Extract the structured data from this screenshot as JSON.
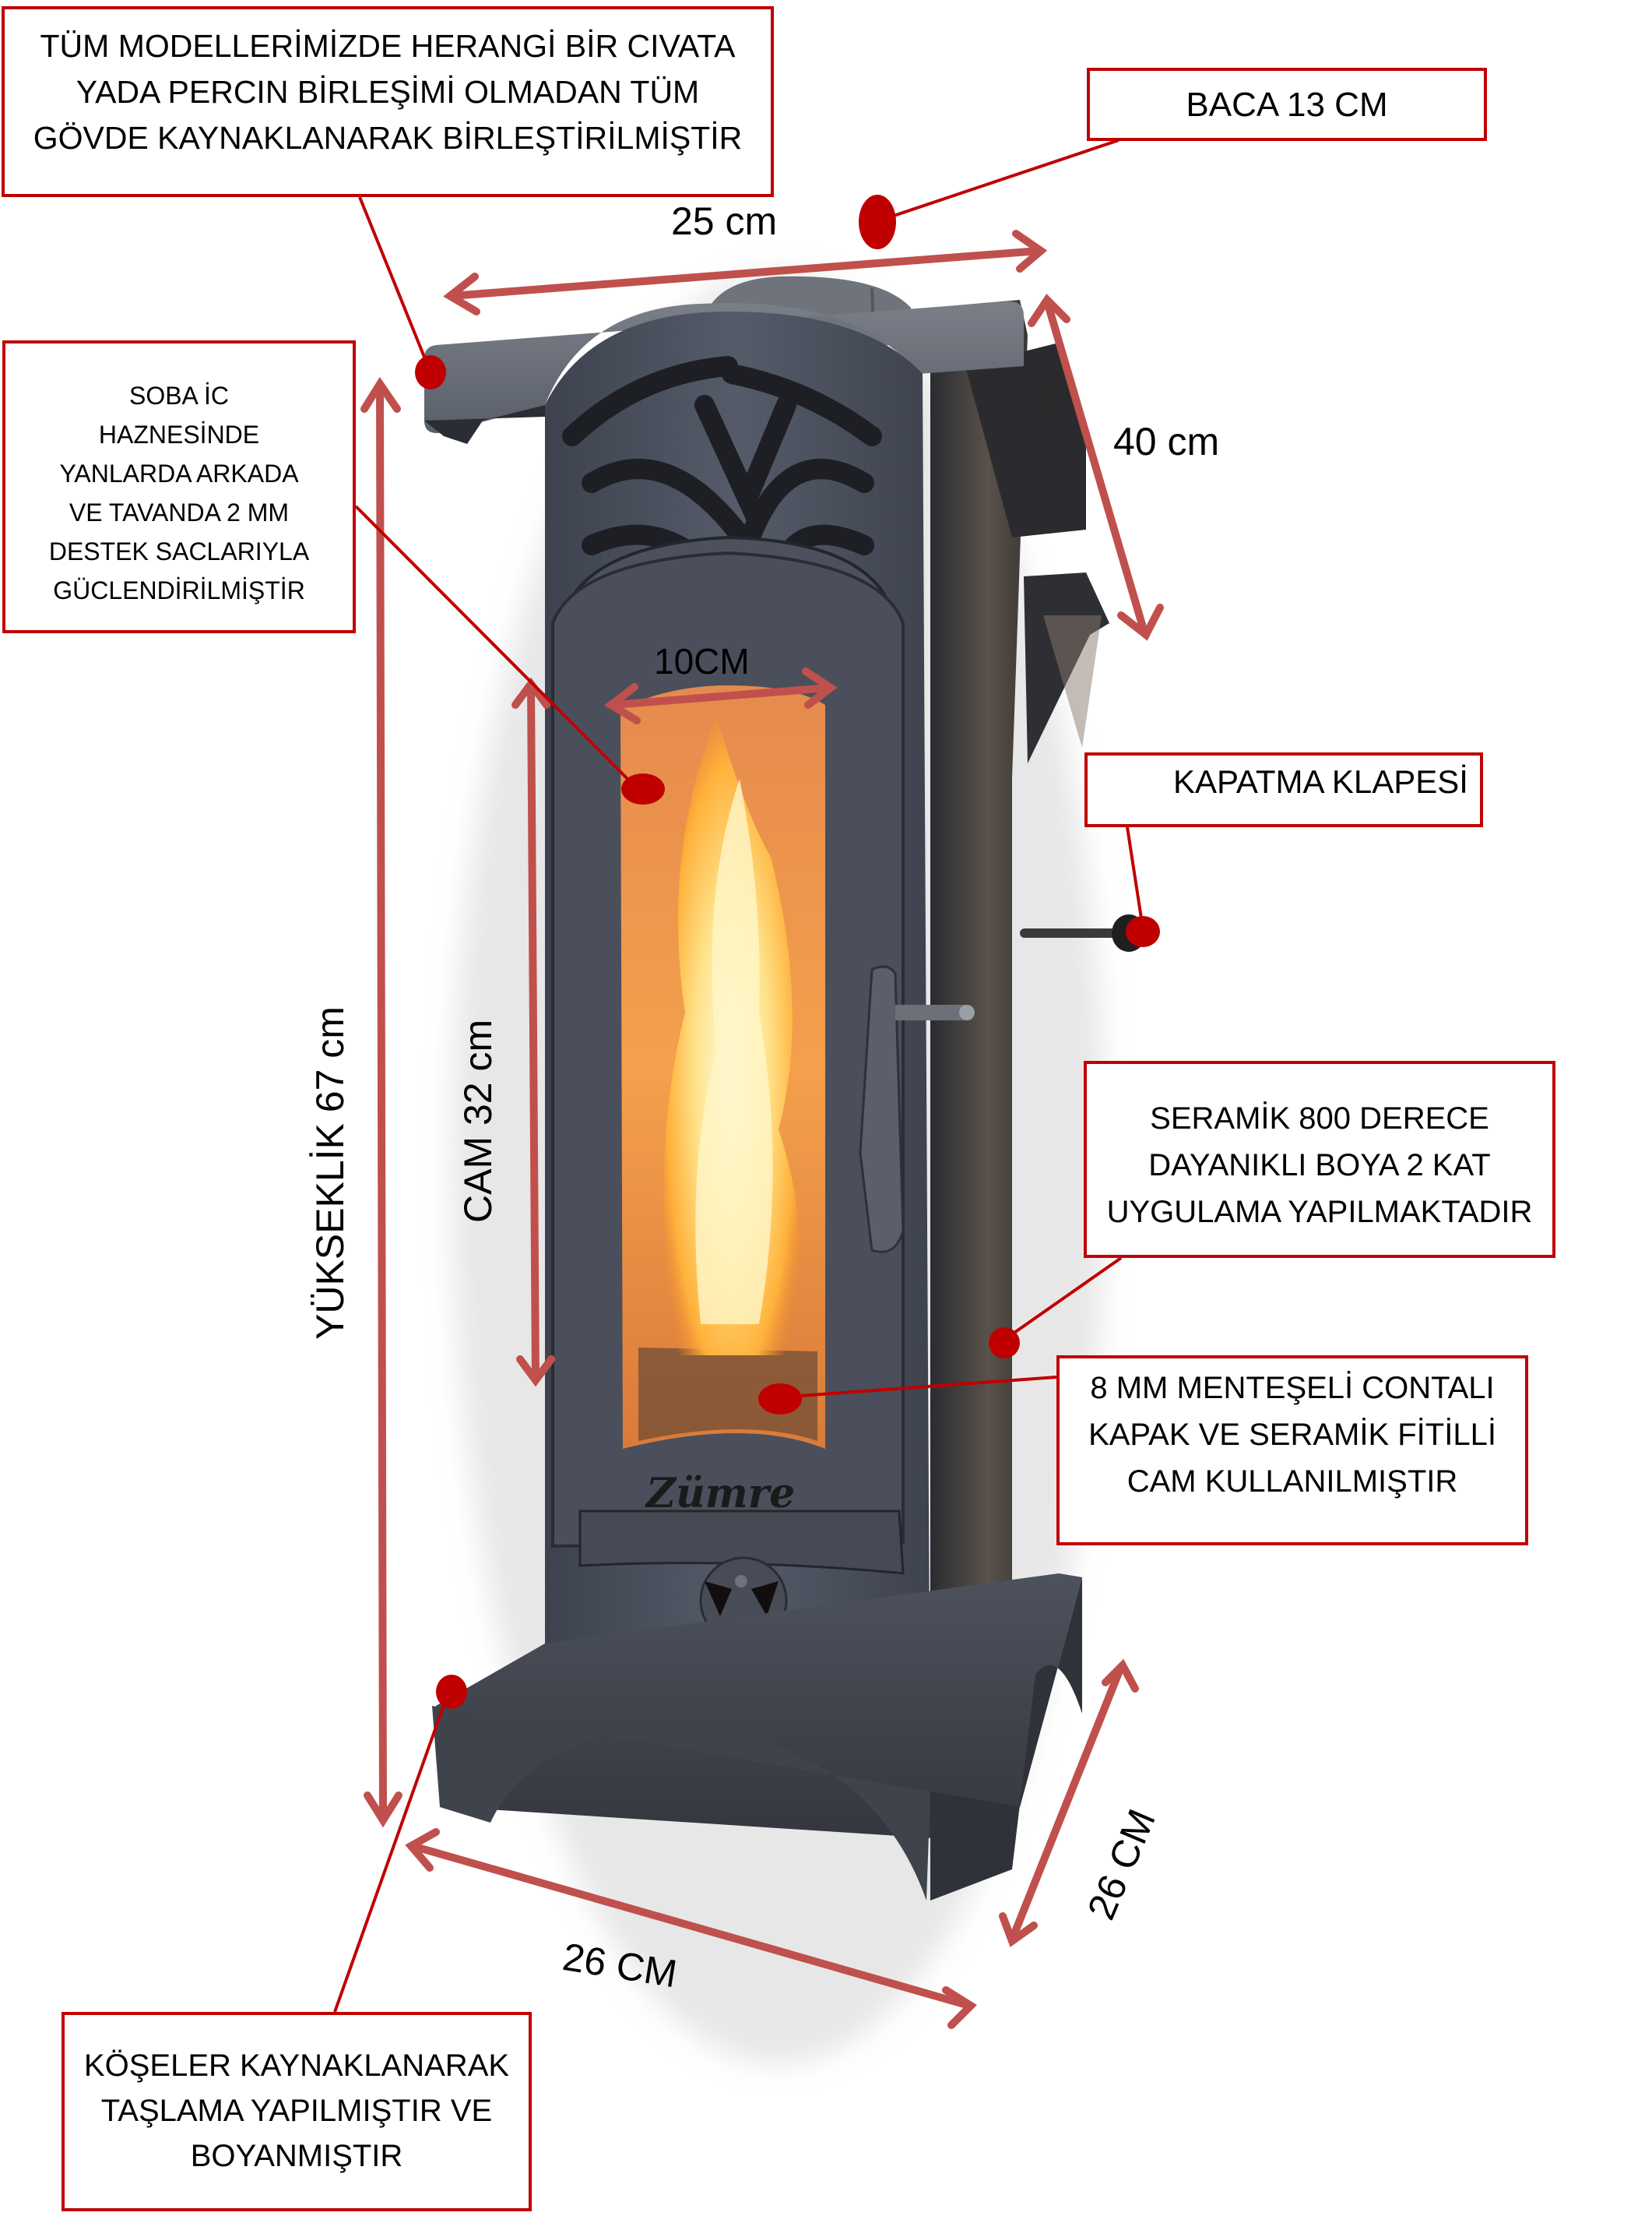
{
  "colors": {
    "callout_border": "#c00000",
    "marker_dot": "#c00000",
    "dimension_arrow": "#c0504d",
    "stove_body": "#4a4f5c",
    "flame": "#ffb13a"
  },
  "callouts": {
    "construction": {
      "lines": [
        "TÜM MODELLERİMİZDE HERANGİ BİR CIVATA",
        "YADA PERCIN  BİRLEŞİMİ OLMADAN TÜM",
        "GÖVDE KAYNAKLANARAK BİRLEŞTİRİLMİŞTİR"
      ]
    },
    "chimney": {
      "lines": [
        "BACA 13 CM"
      ]
    },
    "inner_chamber": {
      "lines": [
        "SOBA   İC",
        "HAZNESİNDE",
        "YANLARDA ARKADA",
        "VE TAVANDA 2 MM",
        "DESTEK SACLARIYLA",
        "GÜCLENDİRİLMİŞTİR"
      ]
    },
    "damper": {
      "lines": [
        "KAPATMA KLAPESİ"
      ]
    },
    "paint": {
      "lines": [
        "SERAMİK  800 DERECE",
        "DAYANIKLI BOYA 2 KAT",
        "UYGULAMA YAPILMAKTADIR"
      ]
    },
    "door_glass": {
      "lines": [
        "8 MM MENTEŞELİ CONTALI",
        "KAPAK VE SERAMİK FİTİLLİ",
        "CAM KULLANILMIŞTIR"
      ]
    },
    "corners": {
      "lines": [
        "KÖŞELER KAYNAKLANARAK",
        "TAŞLAMA YAPILMIŞTIR VE",
        "BOYANMIŞTIR"
      ]
    }
  },
  "dimensions": {
    "top_width": "25 cm",
    "top_depth": "40 cm",
    "glass_width": "10CM",
    "height": "YÜKSEKLİK  67 cm",
    "glass_height": "CAM 32 cm",
    "base_width": "26 CM",
    "base_depth": "26 CM"
  },
  "product": {
    "brand_logo_text": "Zümre"
  }
}
